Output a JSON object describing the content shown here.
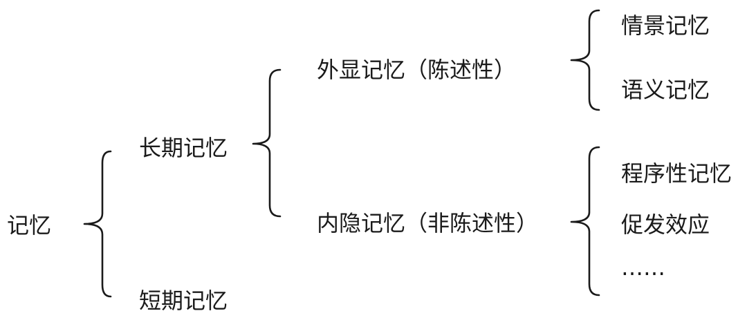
{
  "root": {
    "label": "记忆"
  },
  "level1": {
    "long_term": "长期记忆",
    "short_term": "短期记忆"
  },
  "level2": {
    "explicit": "外显记忆（陈述性）",
    "implicit": "内隐记忆（非陈述性）"
  },
  "level3": {
    "explicit_children": [
      "情景记忆",
      "语义记忆"
    ],
    "implicit_children": [
      "程序性记忆",
      "促发效应",
      "……"
    ]
  }
}
